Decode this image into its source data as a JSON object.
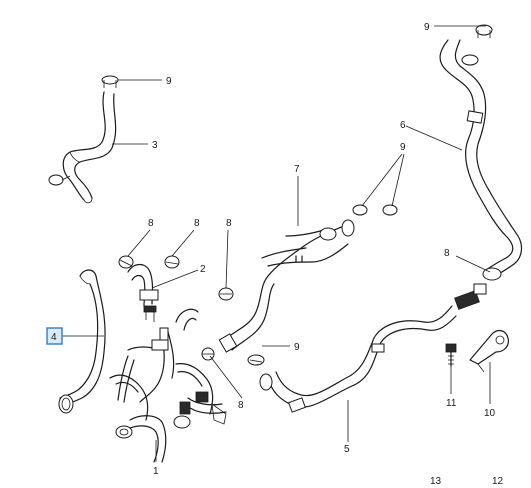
{
  "diagram": {
    "callouts": {
      "c1": "1",
      "c2": "2",
      "c3": "3",
      "c4": "4",
      "c5": "5",
      "c6": "6",
      "c7": "7",
      "c10": "10",
      "c11": "11",
      "c12": "12",
      "c13": "13",
      "c8a": "8",
      "c8b": "8",
      "c8c": "8",
      "c8d": "8",
      "c8e": "8",
      "c9a": "9",
      "c9b": "9",
      "c9c": "9",
      "c9d": "9"
    },
    "highlighted_callout": "4",
    "highlight_color": "#2f7ec4"
  }
}
